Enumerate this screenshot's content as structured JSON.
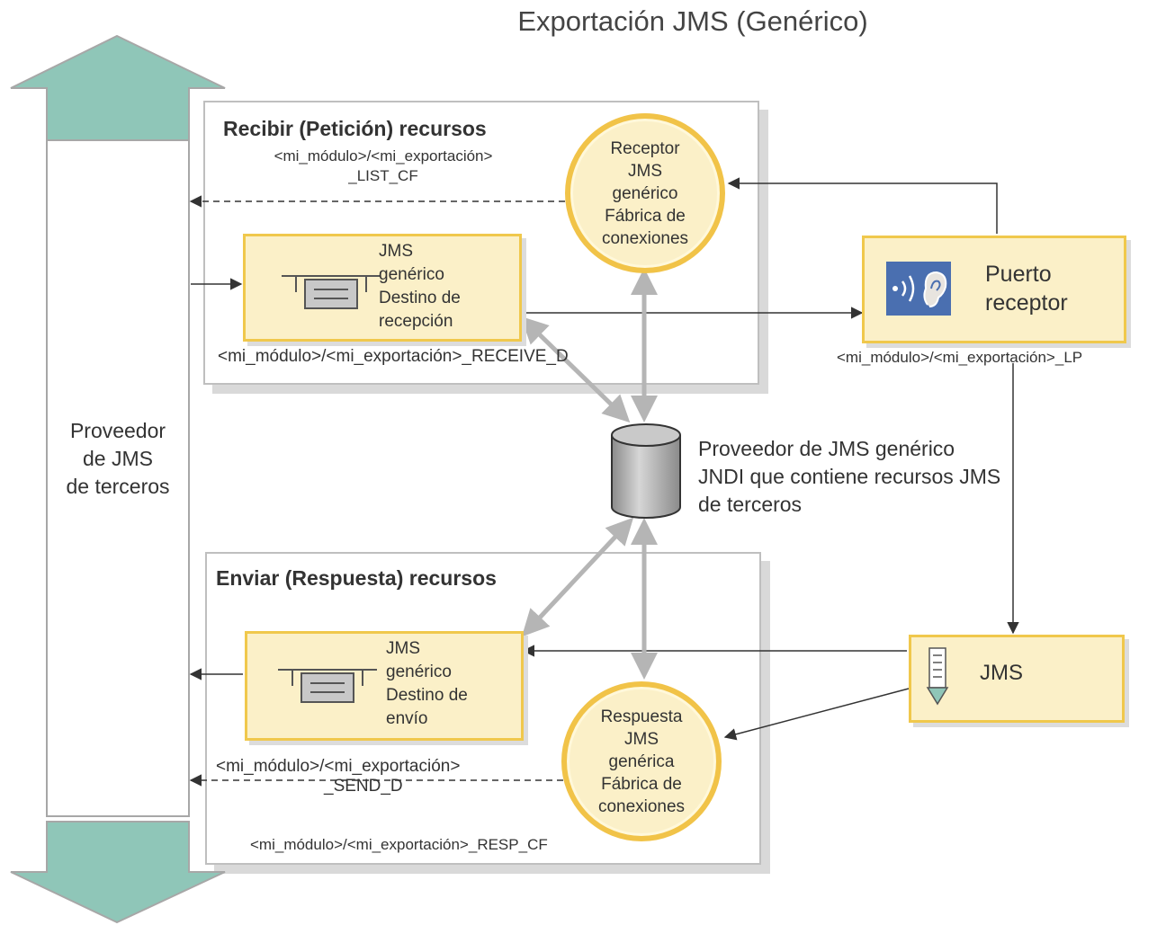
{
  "title": "Exportación JMS (Genérico)",
  "provider": {
    "line1": "Proveedor",
    "line2": "de JMS",
    "line3": "de terceros"
  },
  "receive": {
    "title": "Recibir (Petición) recursos",
    "list_cf_line1": "<mi_módulo>/<mi_exportación>",
    "list_cf_line2": "_LIST_CF",
    "dest": {
      "line1": "JMS",
      "line2": "genérico",
      "line3": "Destino de",
      "line4": "recepción"
    },
    "receive_d": "<mi_módulo>/<mi_exportación>_RECEIVE_D",
    "listener_cf": {
      "line1": "Receptor",
      "line2": "JMS",
      "line3": "genérico",
      "line4": "Fábrica de",
      "line5": "conexiones"
    }
  },
  "listener_port": {
    "line1": "Puerto",
    "line2": "receptor",
    "label": "<mi_módulo>/<mi_exportación>_LP"
  },
  "jndi": {
    "line1": "Proveedor de JMS genérico",
    "line2": "JNDI que contiene recursos JMS",
    "line3": "de terceros"
  },
  "send": {
    "title": "Enviar (Respuesta) recursos",
    "dest": {
      "line1": "JMS",
      "line2": "genérico",
      "line3": "Destino de",
      "line4": "envío"
    },
    "send_d_line1": "<mi_módulo>/<mi_exportación>",
    "send_d_line2": "_SEND_D",
    "response_cf": {
      "line1": "Respuesta",
      "line2": "JMS",
      "line3": "genérica",
      "line4": "Fábrica de",
      "line5": "conexiones"
    },
    "resp_cf": "<mi_módulo>/<mi_exportación>_RESP_CF"
  },
  "jms_box": {
    "label": "JMS"
  },
  "colors": {
    "arrow_fill": "#8fc6b8",
    "box_fill": "#fbf0c8",
    "box_border": "#f0c84c",
    "ear_icon_bg": "#4a6fb0"
  }
}
